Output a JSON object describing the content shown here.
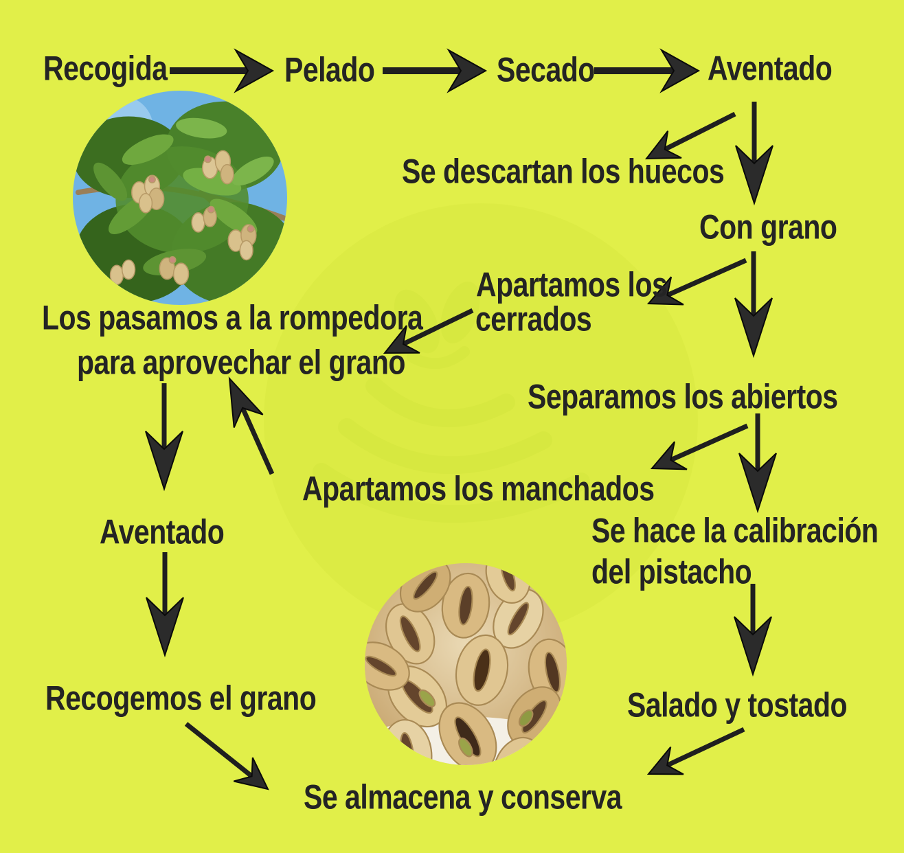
{
  "canvas": {
    "background_color": "#e1ef49",
    "watermark_color": "#cde037",
    "text_color": "#242424",
    "arrow_color": "#2b2b2b"
  },
  "nodes": {
    "recogida": {
      "label": "Recogida"
    },
    "pelado": {
      "label": "Pelado"
    },
    "secado": {
      "label": "Secado"
    },
    "aventado": {
      "label": "Aventado"
    },
    "descartan": {
      "label": "Se descartan los huecos"
    },
    "con_grano": {
      "label": "Con grano"
    },
    "cerrados": {
      "line1": "Apartamos los",
      "line2": "cerrados"
    },
    "rompedora": {
      "line1": "Los pasamos a la rompedora",
      "line2": "para aprovechar el grano"
    },
    "separamos": {
      "label": "Separamos los abiertos"
    },
    "manchados": {
      "label": "Apartamos los manchados"
    },
    "aventado_2": {
      "label": "Aventado"
    },
    "calibracion": {
      "line1": "Se hace la calibración",
      "line2": "del pistacho"
    },
    "recogemos": {
      "label": "Recogemos el grano"
    },
    "salado": {
      "label": "Salado y tostado"
    },
    "almacena": {
      "label": "Se almacena y conserva"
    }
  },
  "connections": [
    {
      "from": "recogida",
      "to": "pelado"
    },
    {
      "from": "pelado",
      "to": "secado"
    },
    {
      "from": "secado",
      "to": "aventado"
    },
    {
      "from": "aventado",
      "to": "descartan"
    },
    {
      "from": "aventado",
      "to": "con_grano"
    },
    {
      "from": "con_grano",
      "to": "separamos"
    },
    {
      "from": "con_grano",
      "to": "cerrados"
    },
    {
      "from": "cerrados",
      "to": "rompedora"
    },
    {
      "from": "separamos",
      "to": "manchados"
    },
    {
      "from": "separamos",
      "to": "calibracion"
    },
    {
      "from": "calibracion",
      "to": "salado"
    },
    {
      "from": "salado",
      "to": "almacena"
    },
    {
      "from": "rompedora",
      "to": "aventado_2"
    },
    {
      "from": "manchados",
      "to": "rompedora"
    },
    {
      "from": "aventado_2",
      "to": "recogemos"
    },
    {
      "from": "recogemos",
      "to": "almacena"
    }
  ]
}
